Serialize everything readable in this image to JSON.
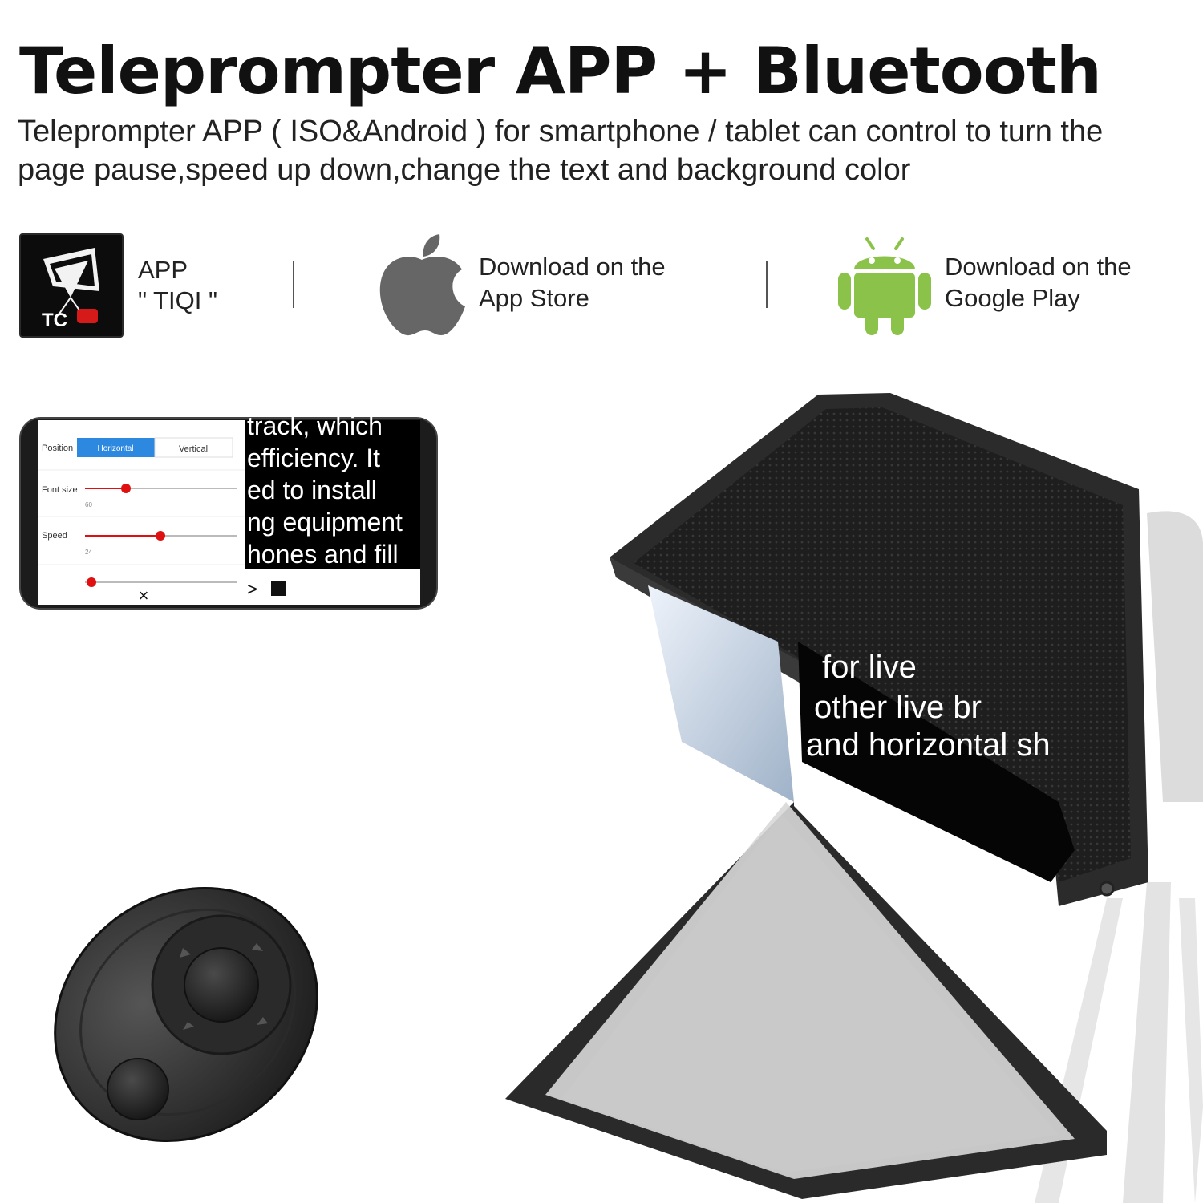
{
  "header": {
    "title": "Teleprompter APP + Bluetooth",
    "subtitle": "Teleprompter APP ( ISO&Android ) for smartphone / tablet can control to turn the page pause,speed up down,change the text and background color"
  },
  "app": {
    "logo_text": "TC",
    "label_line1": "APP",
    "label_line2": "\" TIQI \""
  },
  "app_store": {
    "icon": "apple-icon",
    "line1": "Download on the",
    "line2": "App Store"
  },
  "google_play": {
    "icon": "android-icon",
    "icon_color": "#8bc34a",
    "line1": "Download on the",
    "line2": "Google Play"
  },
  "phone_app": {
    "position_label": "Position",
    "horizontal_label": "Horizontal",
    "vertical_label": "Vertical",
    "font_size_label": "Font size",
    "font_size_value": "60",
    "speed_label": "Speed",
    "speed_value": "24",
    "accent_color": "#2d88e0",
    "slider_color": "#e01010",
    "close_glyph": "×",
    "next_glyph": ">",
    "script_lines": [
      "track, which",
      "efficiency. It",
      "ed to install",
      "ng equipment",
      "hones and fill"
    ]
  },
  "teleprompter": {
    "mirror_lines": [
      "for live",
      "other live br",
      "and horizontal sh"
    ]
  }
}
